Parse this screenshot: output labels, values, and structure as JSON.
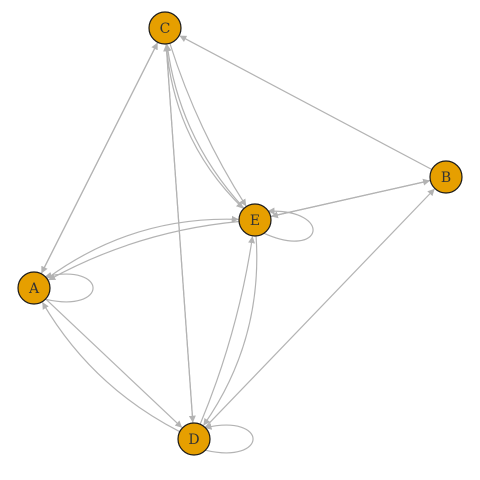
{
  "graph": {
    "type": "directed-multigraph",
    "node_color": "#E69F00",
    "edge_color": "#b3b3b3",
    "nodes": [
      {
        "id": "A",
        "label": "A"
      },
      {
        "id": "B",
        "label": "B"
      },
      {
        "id": "C",
        "label": "C"
      },
      {
        "id": "D",
        "label": "D"
      },
      {
        "id": "E",
        "label": "E"
      }
    ],
    "edges": [
      {
        "from": "A",
        "to": "A"
      },
      {
        "from": "D",
        "to": "D"
      },
      {
        "from": "E",
        "to": "E"
      },
      {
        "from": "C",
        "to": "A"
      },
      {
        "from": "A",
        "to": "C"
      },
      {
        "from": "B",
        "to": "C"
      },
      {
        "from": "C",
        "to": "E"
      },
      {
        "from": "E",
        "to": "C"
      },
      {
        "from": "C",
        "to": "E"
      },
      {
        "from": "D",
        "to": "C"
      },
      {
        "from": "C",
        "to": "D"
      },
      {
        "from": "E",
        "to": "B"
      },
      {
        "from": "B",
        "to": "E"
      },
      {
        "from": "A",
        "to": "E"
      },
      {
        "from": "E",
        "to": "A"
      },
      {
        "from": "A",
        "to": "D"
      },
      {
        "from": "D",
        "to": "A"
      },
      {
        "from": "E",
        "to": "D"
      },
      {
        "from": "D",
        "to": "E"
      },
      {
        "from": "D",
        "to": "B"
      }
    ]
  }
}
